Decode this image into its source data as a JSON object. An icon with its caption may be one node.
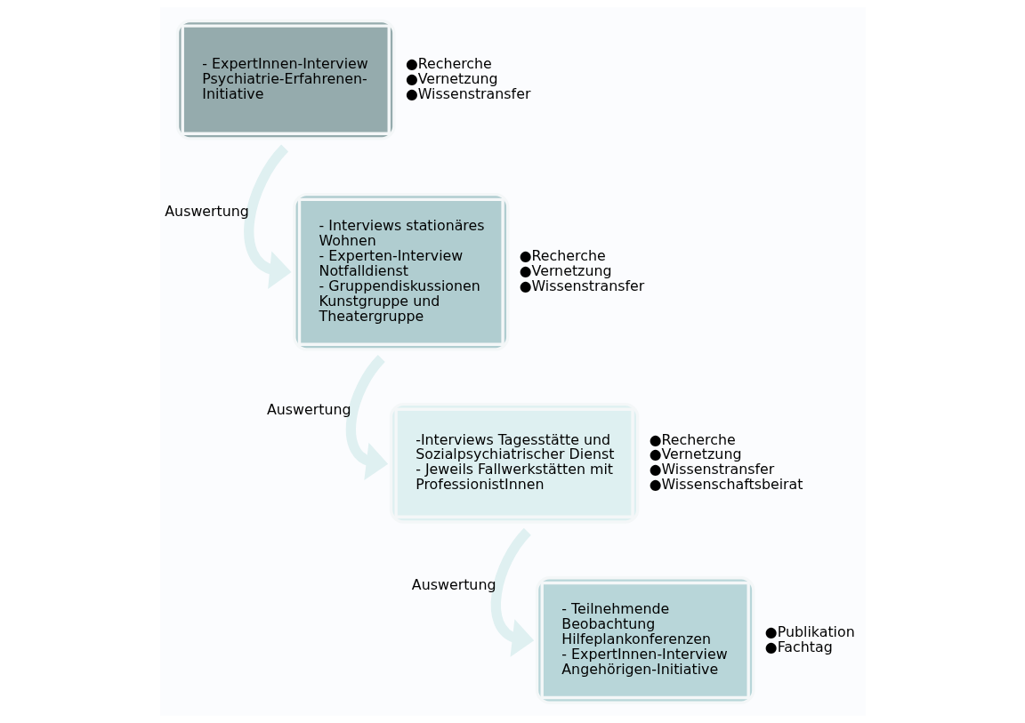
{
  "diagram": {
    "nodes": [
      {
        "text": [
          "- ExpertInnen-Interview Psychiatrie-Erfahrenen-Initiative"
        ],
        "beside": [
          "●Recherche",
          "●Vernetzung",
          "●Wissenstransfer"
        ]
      },
      {
        "text": [
          "- Interviews stationäres Wohnen",
          "- Experten-Interview Notfalldienst",
          "- Gruppendiskussionen Kunstgruppe und Theatergruppe"
        ],
        "beside": [
          "●Recherche",
          "●Vernetzung",
          "●Wissenstransfer"
        ]
      },
      {
        "text": [
          "-Interviews Tagesstätte und Sozialpsychiatrischer Dienst",
          "- Jeweils Fallwerkstätten mit ProfessionistInnen"
        ],
        "beside": [
          "●Recherche",
          "●Vernetzung",
          "●Wissenstransfer",
          "●Wissenschaftsbeirat"
        ]
      },
      {
        "text": [
          "- Teilnehmende Beobachtung Hilfeplankonferenzen",
          "- ExpertInnen-Interview Angehörigen-Initiative"
        ],
        "beside": [
          "●Publikation",
          "●Fachtag"
        ]
      }
    ],
    "edges": [
      {
        "from": 0,
        "to": 1,
        "arrow": "to",
        "label": "Auswertung"
      },
      {
        "from": 1,
        "to": 2,
        "arrow": "to",
        "label": "Auswertung"
      },
      {
        "from": 2,
        "to": 3,
        "arrow": "to",
        "label": "Auswertung"
      }
    ]
  }
}
